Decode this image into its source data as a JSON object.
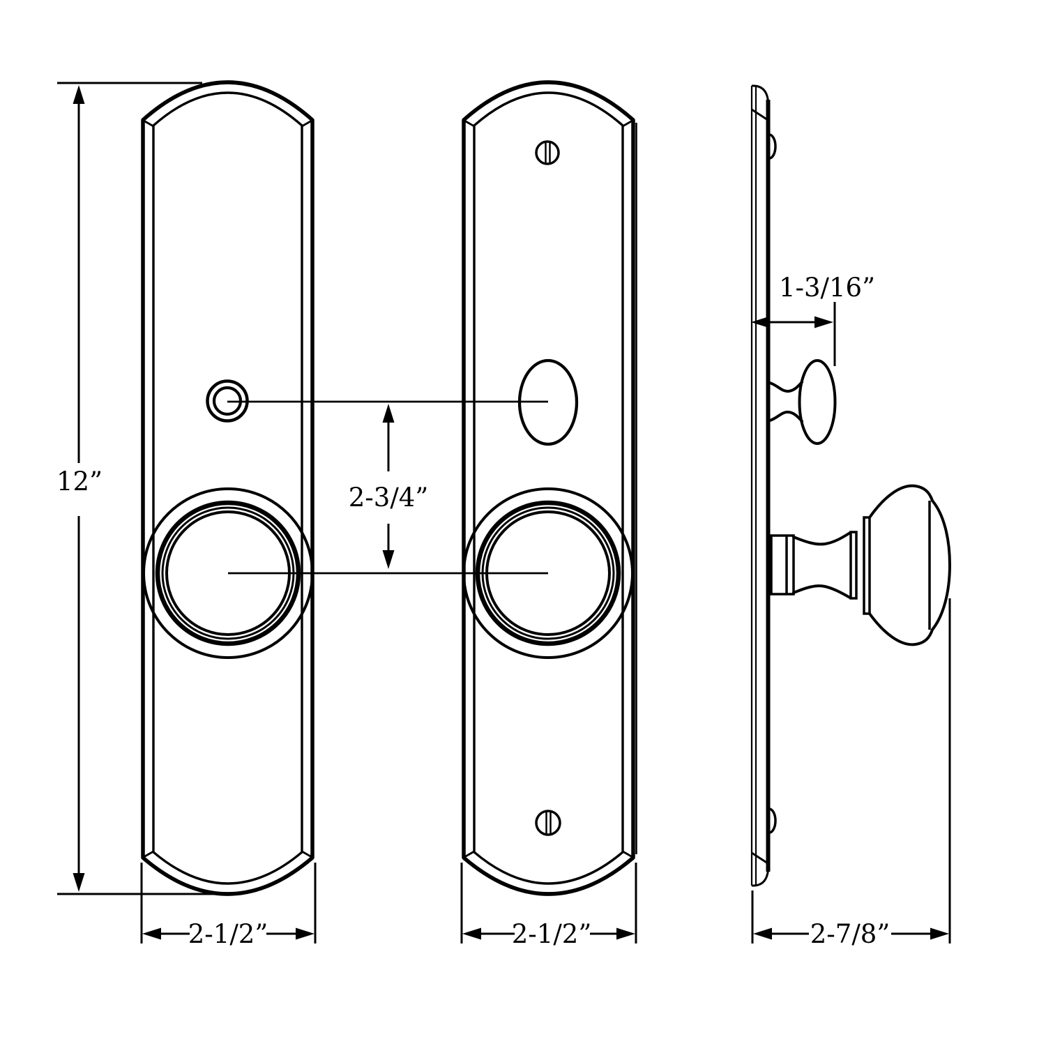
{
  "title": "door-hardware-technical-drawing",
  "colors": {
    "background": "#ffffff",
    "line": "#000000"
  },
  "dimensions": {
    "plate_height": "12”",
    "interior_plate_width": "2-1/2”",
    "exterior_plate_width": "2-1/2”",
    "center_to_center": "2-3/4”",
    "small_knob_projection": "1-3/16”",
    "overall_projection": "2-7/8”"
  }
}
